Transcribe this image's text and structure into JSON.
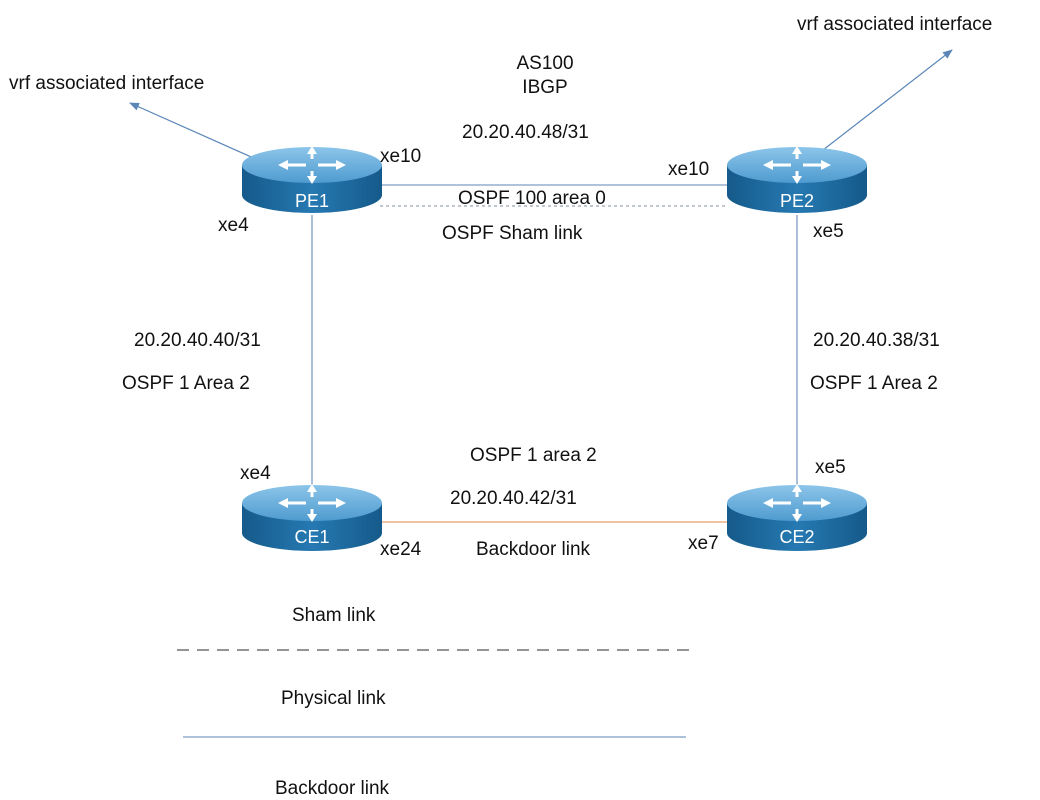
{
  "header": {
    "as": "AS100",
    "protocol": "IBGP"
  },
  "routers": {
    "pe1": {
      "name": "PE1"
    },
    "pe2": {
      "name": "PE2"
    },
    "ce1": {
      "name": "CE1"
    },
    "ce2": {
      "name": "CE2"
    }
  },
  "vrf_labels": {
    "left": "vrf associated interface",
    "right": "vrf associated interface"
  },
  "links": {
    "top": {
      "subnet": "20.20.40.48/31",
      "protocol": "OSPF 100 area 0",
      "sham": "OSPF Sham link",
      "pe1_iface": "xe10",
      "pe2_iface": "xe10"
    },
    "left": {
      "subnet": "20.20.40.40/31",
      "protocol": "OSPF 1 Area 2",
      "pe1_iface": "xe4",
      "ce1_iface": "xe4"
    },
    "right": {
      "subnet": "20.20.40.38/31",
      "protocol": "OSPF 1 Area 2",
      "pe2_iface": "xe5",
      "ce2_iface": "xe5"
    },
    "bottom": {
      "protocol": "OSPF 1 area 2",
      "subnet": "20.20.40.42/31",
      "name": "Backdoor link",
      "ce1_iface": "xe24",
      "ce2_iface": "xe7"
    }
  },
  "legend": {
    "sham": "Sham link",
    "physical": "Physical link",
    "backdoor": "Backdoor link"
  },
  "colors": {
    "router_top": "#6fb1dd",
    "router_body": "#1f6ea3",
    "router_side": "#175c8c",
    "physical_link": "#7e9fc4",
    "backdoor_link": "#e8a06a",
    "sham_link": "#9aa3b0",
    "legend_dash": "#555555",
    "vrf_arrow": "#5b86b8"
  },
  "icons": [
    "router-icon",
    "arrow-icon"
  ]
}
